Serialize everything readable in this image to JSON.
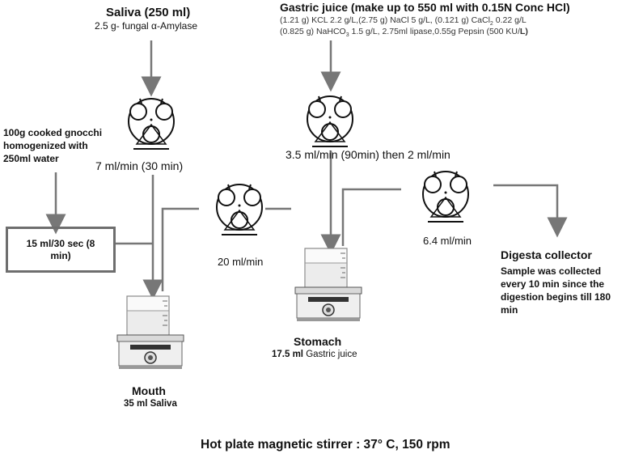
{
  "saliva": {
    "title": "Saliva (250 ml)",
    "subtitle": "2.5 g- fungal α-Amylase"
  },
  "gastric": {
    "title": "Gastric juice (make up to 550 ml with 0.15N Conc HCl)",
    "line1_a": "(1.21 g) KCL 2.2 g/L,(2.75 g) NaCl 5 g/L, (0.121 g) CaCl",
    "line1_sub": "2",
    "line1_b": " 0.22 g/L",
    "line2_a": "(0.825 g) NaHCO",
    "line2_sub": "3",
    "line2_b": " 1.5 g/L, 2.75ml lipase,0.55g Pepsin (500 KU/",
    "line2_bold": "L)"
  },
  "food": {
    "line1": "100g cooked gnocchi",
    "line2": "homogenized with",
    "line3": "250ml water"
  },
  "feed_box": {
    "line1": "15 ml/30 sec (8",
    "line2": "min)"
  },
  "rates": {
    "saliva_pump": "7 ml/min (30 min)",
    "gastric_pump": "3.5 ml/min (90min) then 2 ml/min",
    "transfer_pump": "20 ml/min",
    "outlet_pump": "6.4 ml/min"
  },
  "digesta": {
    "title": "Digesta collector",
    "line1": "Sample was collected",
    "line2": "every 10 min since the",
    "line3": "digestion begins till 180",
    "line4": "min"
  },
  "mouth": {
    "title": "Mouth",
    "subtitle": "35 ml Saliva"
  },
  "stomach": {
    "title": "Stomach",
    "subtitle_bold": "17.5 ml",
    "subtitle_rest": " Gastric juice"
  },
  "footer": "Hot plate magnetic stirrer : 37° C, 150 rpm",
  "colors": {
    "line": "#777777",
    "pump": "#111111",
    "plate_top": "#e8e8e8",
    "plate_body": "#f4f4f4"
  }
}
